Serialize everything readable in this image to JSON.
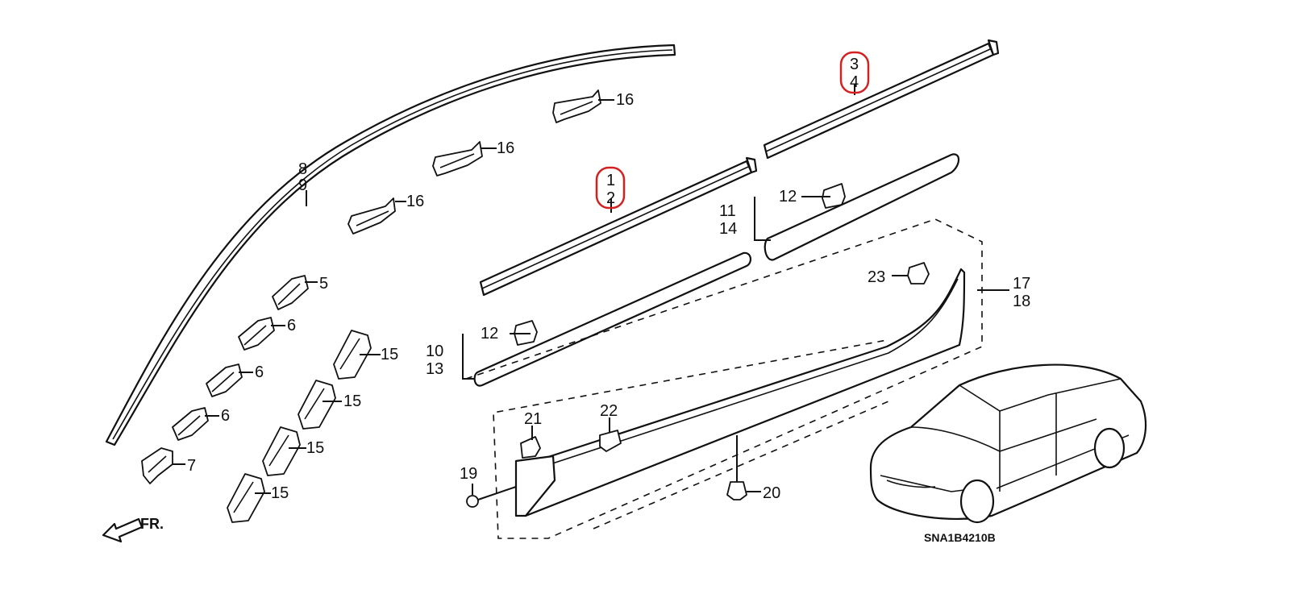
{
  "callouts": [
    {
      "id": "c1",
      "text": "1"
    },
    {
      "id": "c2",
      "text": "2"
    },
    {
      "id": "c3",
      "text": "3"
    },
    {
      "id": "c4",
      "text": "4"
    },
    {
      "id": "c5",
      "text": "5"
    },
    {
      "id": "c6a",
      "text": "6"
    },
    {
      "id": "c6b",
      "text": "6"
    },
    {
      "id": "c6c",
      "text": "6"
    },
    {
      "id": "c7",
      "text": "7"
    },
    {
      "id": "c8",
      "text": "8"
    },
    {
      "id": "c9",
      "text": "9"
    },
    {
      "id": "c10",
      "text": "10"
    },
    {
      "id": "c13",
      "text": "13"
    },
    {
      "id": "c11",
      "text": "11"
    },
    {
      "id": "c14",
      "text": "14"
    },
    {
      "id": "c12a",
      "text": "12"
    },
    {
      "id": "c12b",
      "text": "12"
    },
    {
      "id": "c15a",
      "text": "15"
    },
    {
      "id": "c15b",
      "text": "15"
    },
    {
      "id": "c15c",
      "text": "15"
    },
    {
      "id": "c15d",
      "text": "15"
    },
    {
      "id": "c16a",
      "text": "16"
    },
    {
      "id": "c16b",
      "text": "16"
    },
    {
      "id": "c16c",
      "text": "16"
    },
    {
      "id": "c17",
      "text": "17"
    },
    {
      "id": "c18",
      "text": "18"
    },
    {
      "id": "c19",
      "text": "19"
    },
    {
      "id": "c20",
      "text": "20"
    },
    {
      "id": "c21",
      "text": "21"
    },
    {
      "id": "c22",
      "text": "22"
    },
    {
      "id": "c23",
      "text": "23"
    }
  ],
  "front_label": "FR.",
  "diagram_code": "SNA1B4210B",
  "highlight_color": "#d42020"
}
